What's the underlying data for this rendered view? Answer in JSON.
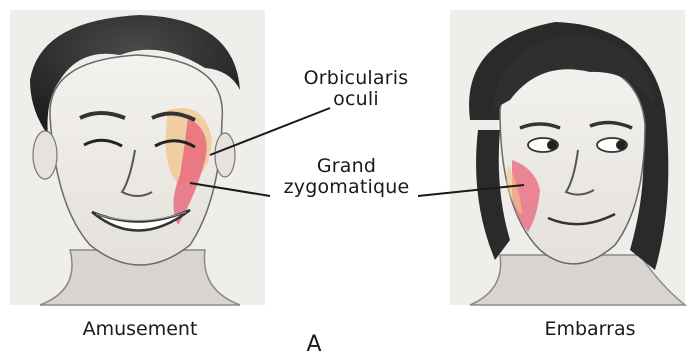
{
  "labels": {
    "orbicularis_line1": "Orbicularis",
    "orbicularis_line2": "oculi",
    "grand_line1": "Grand",
    "grand_line2": "zygomatique"
  },
  "captions": {
    "left": "Amusement",
    "right": "Embarras",
    "center_partial": "A"
  },
  "colors": {
    "muscle_orbicularis": "#f2c48a",
    "muscle_zygomatic": "#e8647a",
    "ink": "#1a1a1a"
  }
}
